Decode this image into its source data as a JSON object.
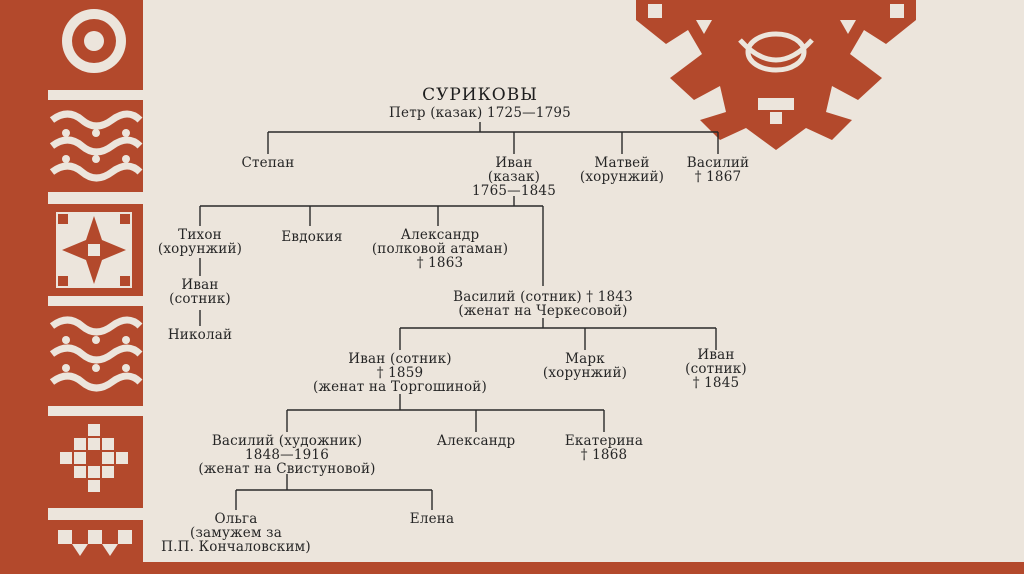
{
  "title": "СУРИКОВЫ",
  "root": "Петр (казак) 1725—1795",
  "gen1": {
    "stepan": "Степан",
    "ivan": [
      "Иван",
      "(казак)",
      "1765—1845"
    ],
    "matvey": [
      "Матвей",
      "(хорунжий)"
    ],
    "vasiliy": [
      "Василий",
      "† 1867"
    ]
  },
  "gen2": {
    "tikhon": [
      "Тихон",
      "(хорунжий)"
    ],
    "evdokiya": "Евдокия",
    "aleksandr": [
      "Александр",
      "(полковой атаман)",
      "† 1863"
    ],
    "vasiliy": [
      "Василий (сотник) † 1843",
      "(женат на Черкесовой)"
    ]
  },
  "tikhon_line": {
    "ivan": [
      "Иван",
      "(сотник)"
    ],
    "nikolay": "Николай"
  },
  "gen3": {
    "ivan": [
      "Иван (сотник)",
      "† 1859",
      "(женат на Торгошиной)"
    ],
    "mark": [
      "Марк",
      "(хорунжий)"
    ],
    "ivan2": [
      "Иван",
      "(сотник)",
      "† 1845"
    ]
  },
  "gen4": {
    "vasiliy": [
      "Василий (художник)",
      "1848—1916",
      "(женат на Свистуновой)"
    ],
    "aleksandr": "Александр",
    "ekaterina": [
      "Екатерина",
      "† 1868"
    ]
  },
  "gen5": {
    "olga": [
      "Ольга",
      "(замужем за",
      "П.П. Кончаловским)"
    ],
    "elena": "Елена"
  },
  "colors": {
    "ornament": "#b3492c",
    "background": "#ece5dc",
    "ink": "#262626"
  },
  "icons": [
    "circle-ornament-icon",
    "wave-ornament-icon",
    "star-ornament-icon",
    "cross-ornament-icon",
    "corner-ornament-icon"
  ]
}
